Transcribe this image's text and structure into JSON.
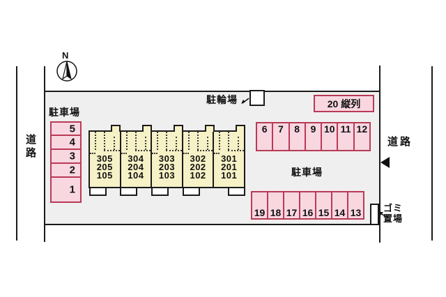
{
  "scene_title": "site-parking-layout",
  "colors": {
    "stall_fill": "#f8d7e1",
    "stall_border": "#b93a56",
    "building_fill": "#f6f1c6",
    "property_fill": "#efefef",
    "line": "#1a1a1a"
  },
  "compass": {
    "label": "N"
  },
  "roads": {
    "left_label": "道路",
    "right_label": "道路"
  },
  "labels": {
    "parking_left": "駐車場",
    "parking_right": "駐車場",
    "bicycle": "駐輪場",
    "garbage_line1": "ゴミ",
    "garbage_line2": "置場",
    "tandem": "20 縦列"
  },
  "parking": {
    "left_column": [
      "5",
      "4",
      "3",
      "2",
      "1"
    ],
    "top_row": [
      "6",
      "7",
      "8",
      "9",
      "10",
      "11",
      "12"
    ],
    "bottom_row": [
      "19",
      "18",
      "17",
      "16",
      "15",
      "14",
      "13"
    ]
  },
  "building": {
    "units": [
      {
        "rooms": [
          "305",
          "205",
          "105"
        ]
      },
      {
        "rooms": [
          "304",
          "204",
          "104"
        ]
      },
      {
        "rooms": [
          "303",
          "203",
          "103"
        ]
      },
      {
        "rooms": [
          "302",
          "202",
          "102"
        ]
      },
      {
        "rooms": [
          "301",
          "201",
          "101"
        ]
      }
    ]
  }
}
